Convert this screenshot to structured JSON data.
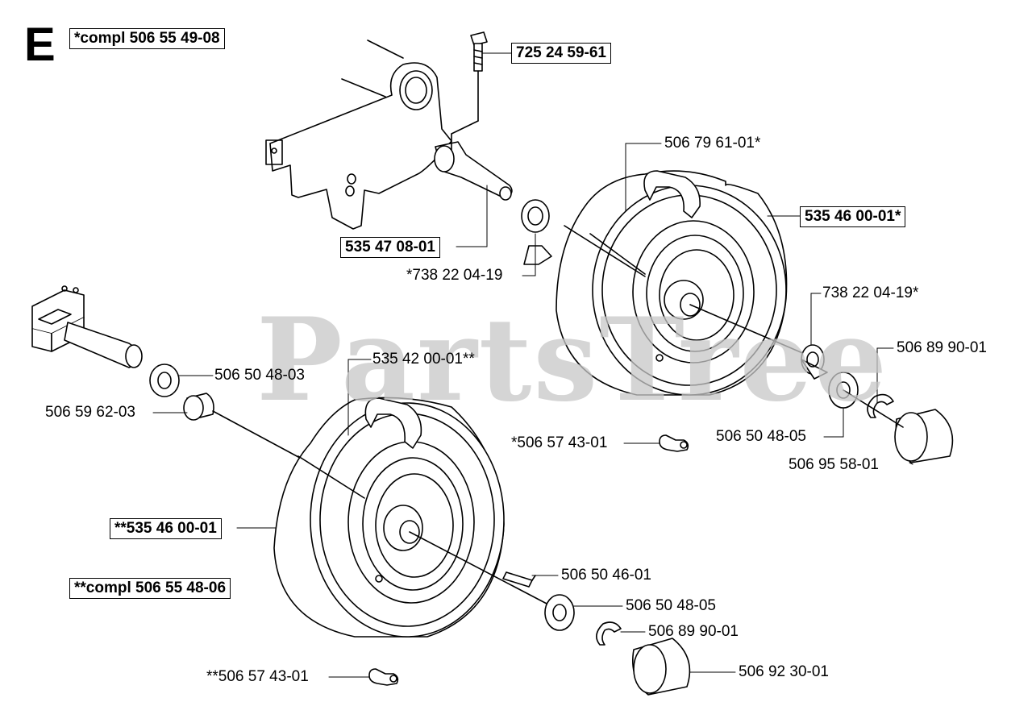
{
  "section_letter": "E",
  "watermark": "PartsTree",
  "labels": {
    "compl_top": "*compl 506 55 49-08",
    "bolt": "725 24 59-61",
    "wheel_top_outline": "506 79 61-01*",
    "wheel_top_box": "535 46 00-01*",
    "axle_top": "535 47 08-01",
    "bearing_top_left": "*738 22 04-19",
    "bearing_top_right": "738 22 04-19*",
    "clip_top": "506 89 90-01",
    "washer_top": "506 50 48-05",
    "cap_top": "506 95 58-01",
    "pin_top": "*506 57 43-01",
    "washer_left": "506 50 48-03",
    "spacer_left": "506 59 62-03",
    "wheel_bottom_outline": "535 42 00-01**",
    "wheel_bottom_box": "**535 46 00-01",
    "compl_bottom": "**compl 506 55 48-06",
    "key": "506 50 46-01",
    "washer_bottom": "506 50 48-05",
    "clip_bottom": "506 89 90-01",
    "cap_bottom": "506 92 30-01",
    "pin_bottom": "**506 57 43-01"
  }
}
